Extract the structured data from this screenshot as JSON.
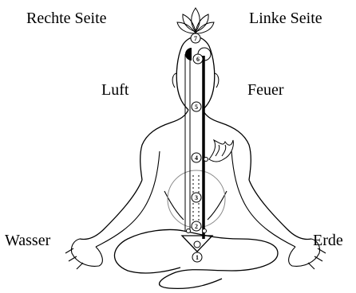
{
  "labels": {
    "right_side": "Rechte Seite",
    "left_side": "Linke Seite",
    "air": "Luft",
    "fire": "Feuer",
    "water": "Wasser",
    "earth": "Erde"
  },
  "chakras": [
    {
      "number": "7"
    },
    {
      "number": "6"
    },
    {
      "number": "5"
    },
    {
      "number": "4"
    },
    {
      "number": "3"
    },
    {
      "number": "2"
    },
    {
      "number": "1"
    }
  ]
}
